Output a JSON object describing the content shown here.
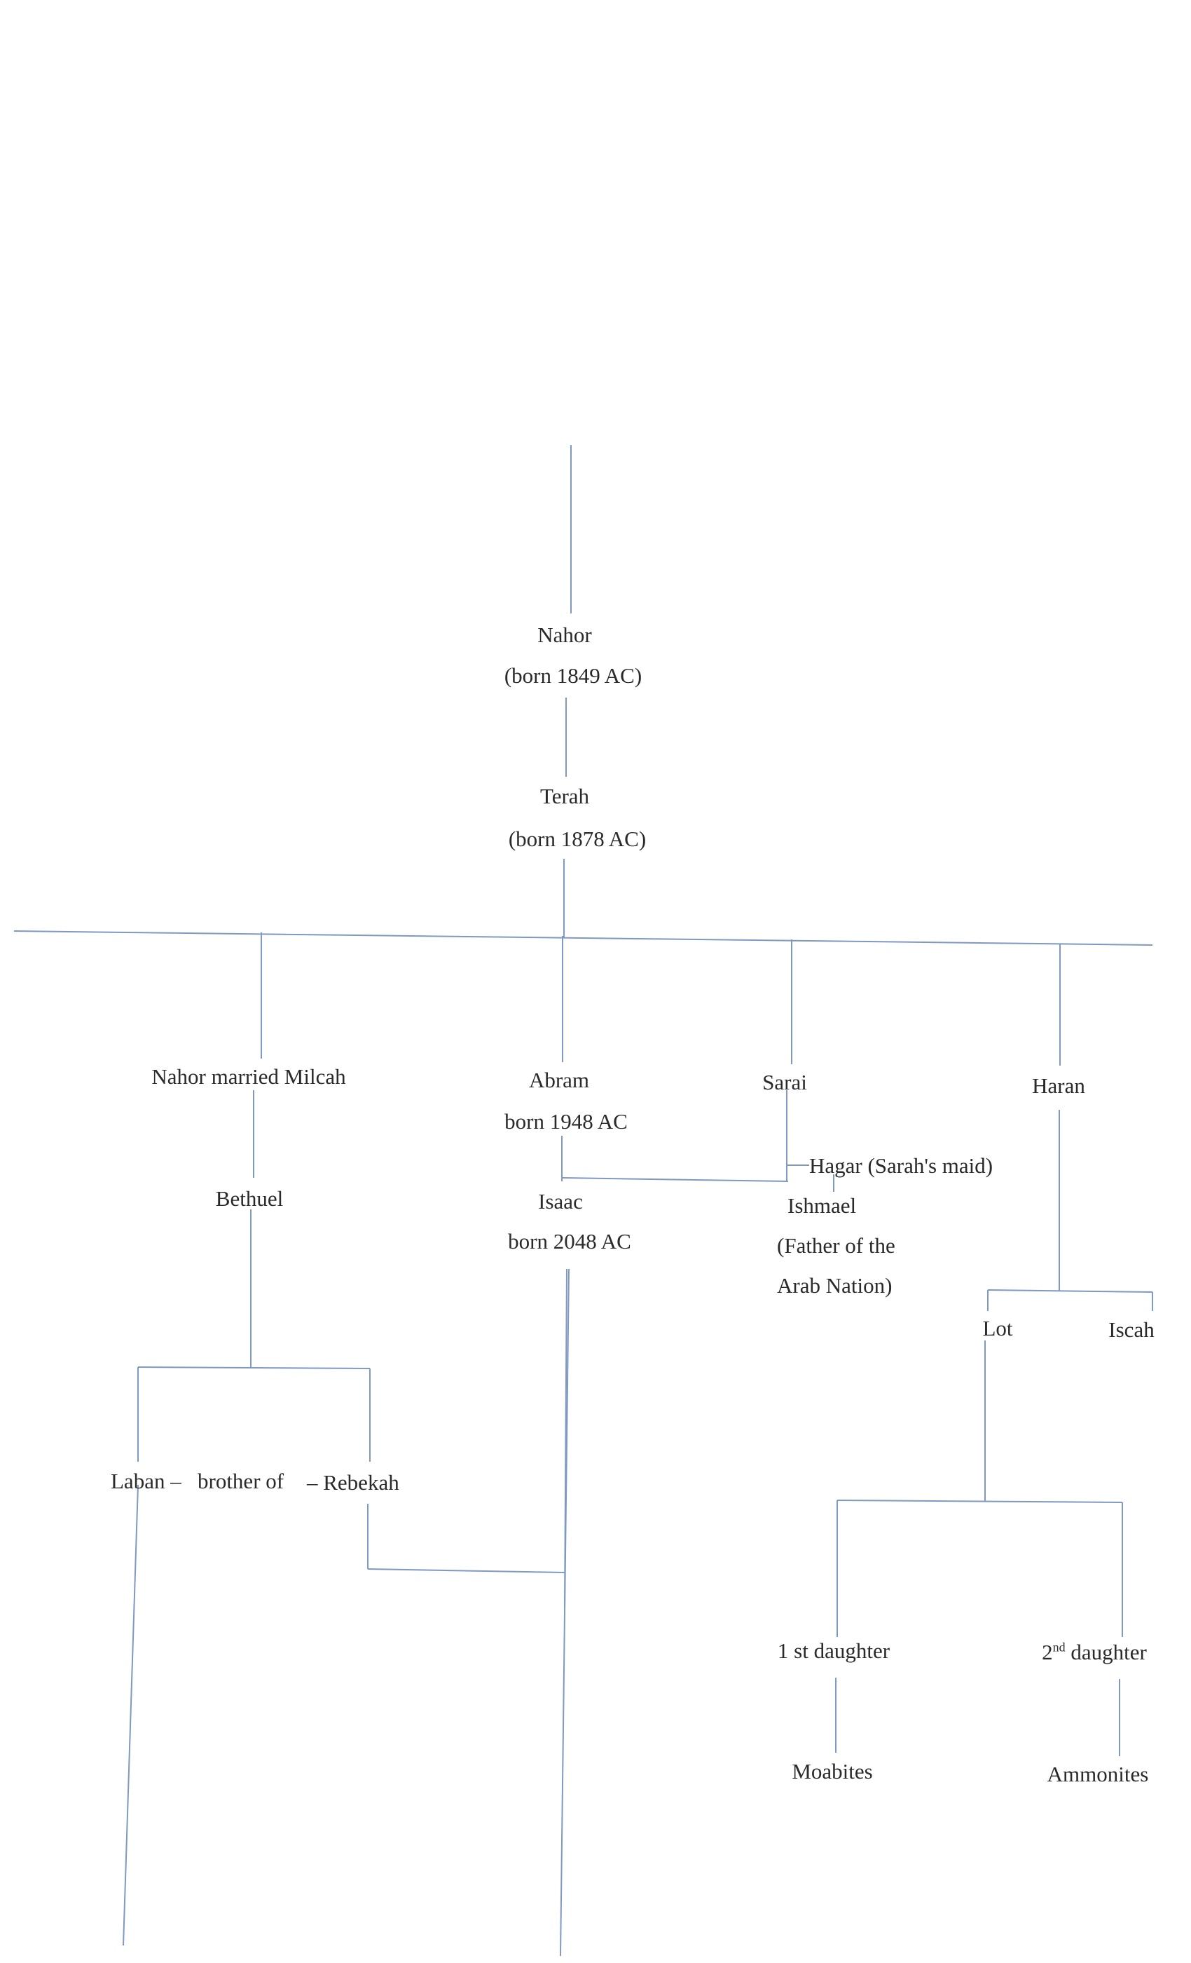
{
  "colors": {
    "line": "#7f98c4",
    "text": "#2a2a2a",
    "background": "#ffffff"
  },
  "people": {
    "nahor_elder": {
      "name": "Nahor",
      "born": "(born 1849 AC)"
    },
    "terah": {
      "name": "Terah",
      "born": "(born 1878 AC)"
    },
    "nahor_milcah": {
      "name": "Nahor married Milcah"
    },
    "abram": {
      "name": "Abram",
      "born": "born 1948 AC"
    },
    "sarai": {
      "name": "Sarai"
    },
    "haran": {
      "name": "Haran"
    },
    "bethuel": {
      "name": "Bethuel"
    },
    "isaac": {
      "name": "Isaac",
      "born": "born 2048 AC"
    },
    "hagar": {
      "name": "Hagar (Sarah's maid)"
    },
    "ishmael": {
      "name": "Ishmael",
      "note_line1": "(Father of the",
      "note_line2": "Arab Nation)"
    },
    "lot": {
      "name": "Lot"
    },
    "iscah": {
      "name": "Iscah"
    },
    "laban": {
      "name": "Laban –"
    },
    "brother_of": {
      "text": "brother of"
    },
    "rebekah": {
      "name": "–  Rebekah"
    },
    "first_daughter": {
      "name": "1 st daughter"
    },
    "second_daughter": {
      "num": "2",
      "sup": "nd",
      "rest": " daughter"
    },
    "moabites": {
      "name": "Moabites"
    },
    "ammonites": {
      "name": "Ammonites"
    }
  }
}
